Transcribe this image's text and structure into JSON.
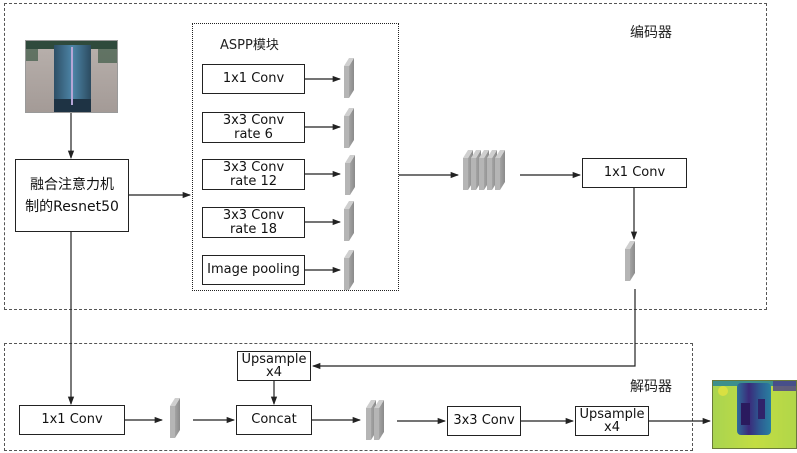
{
  "encoder": {
    "label": "编码器"
  },
  "decoder": {
    "label": "解码器"
  },
  "aspp": {
    "title": "ASPP模块",
    "branches": [
      {
        "label": "1x1 Conv"
      },
      {
        "label": "3x3 Conv\nrate 6"
      },
      {
        "label": "3x3 Conv\nrate 12"
      },
      {
        "label": "3x3 Conv\nrate 18"
      },
      {
        "label": "Image pooling"
      }
    ]
  },
  "backbone": {
    "label": "融合注意力机\n制的Resnet50"
  },
  "encoder_conv": {
    "label": "1x1 Conv"
  },
  "decoder_blocks": {
    "low_level_conv": "1x1 Conv",
    "upsample_top": "Upsample\nx4",
    "concat": "Concat",
    "conv3x3": "3x3 Conv",
    "upsample_out": "Upsample\nx4"
  },
  "images": {
    "input": "input-image",
    "output": "output-heatmap"
  },
  "colors": {
    "line": "#222222",
    "feature_map_front": "#9a9a9a",
    "feature_map_side": "#7d7d7d",
    "feature_map_top": "#c4c4c4",
    "heatmap_bg": "#b8d94a",
    "heatmap_dark": "#3b2a78"
  }
}
